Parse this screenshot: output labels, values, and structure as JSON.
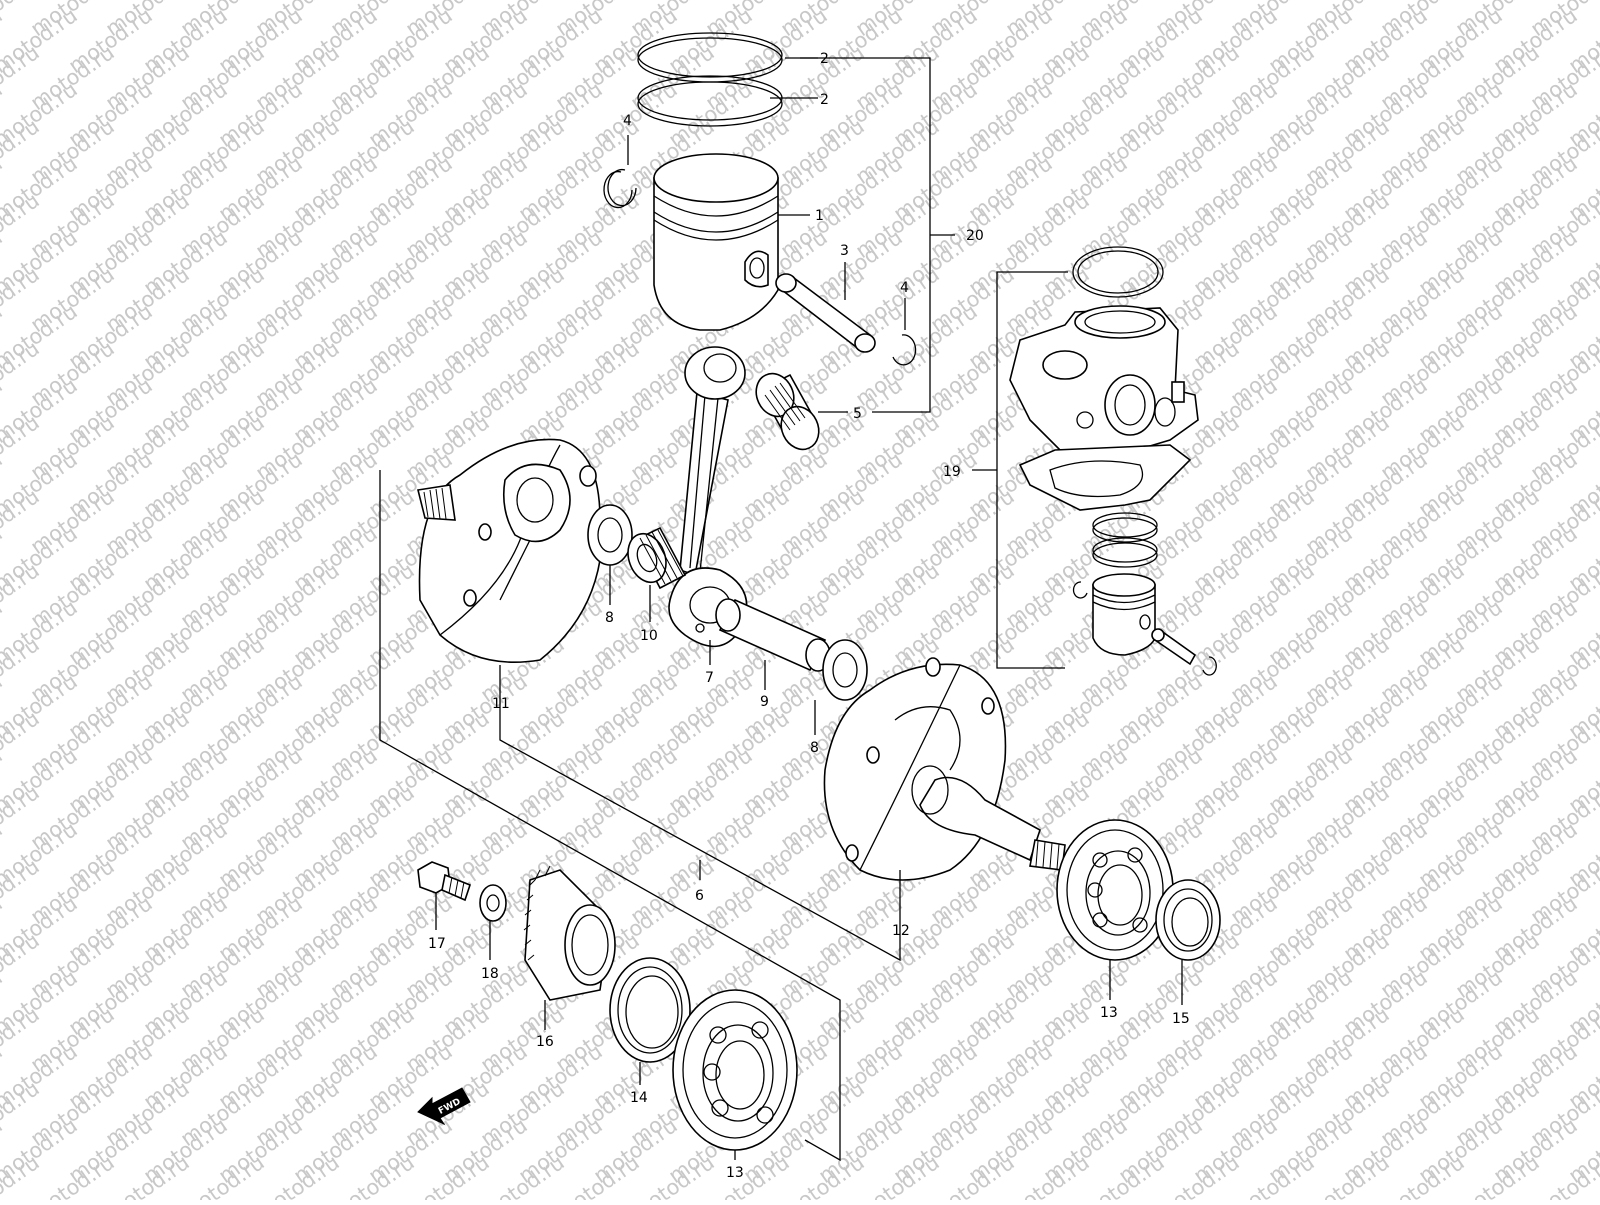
{
  "watermark": {
    "text": "motod.ru",
    "color": "#c8c8c8"
  },
  "fwd_badge": {
    "text": "FWD"
  },
  "callouts": [
    {
      "id": "c2a",
      "text": "2"
    },
    {
      "id": "c2b",
      "text": "2"
    },
    {
      "id": "c4a",
      "text": "4"
    },
    {
      "id": "c1",
      "text": "1"
    },
    {
      "id": "c20",
      "text": "20"
    },
    {
      "id": "c3",
      "text": "3"
    },
    {
      "id": "c4b",
      "text": "4"
    },
    {
      "id": "c5",
      "text": "5"
    },
    {
      "id": "c19",
      "text": "19"
    },
    {
      "id": "c8a",
      "text": "8"
    },
    {
      "id": "c10",
      "text": "10"
    },
    {
      "id": "c7",
      "text": "7"
    },
    {
      "id": "c9",
      "text": "9"
    },
    {
      "id": "c8b",
      "text": "8"
    },
    {
      "id": "c11",
      "text": "11"
    },
    {
      "id": "c6",
      "text": "6"
    },
    {
      "id": "c12",
      "text": "12"
    },
    {
      "id": "c17",
      "text": "17"
    },
    {
      "id": "c18",
      "text": "18"
    },
    {
      "id": "c16",
      "text": "16"
    },
    {
      "id": "c14",
      "text": "14"
    },
    {
      "id": "c13a",
      "text": "13"
    },
    {
      "id": "c13b",
      "text": "13"
    },
    {
      "id": "c15",
      "text": "15"
    }
  ]
}
